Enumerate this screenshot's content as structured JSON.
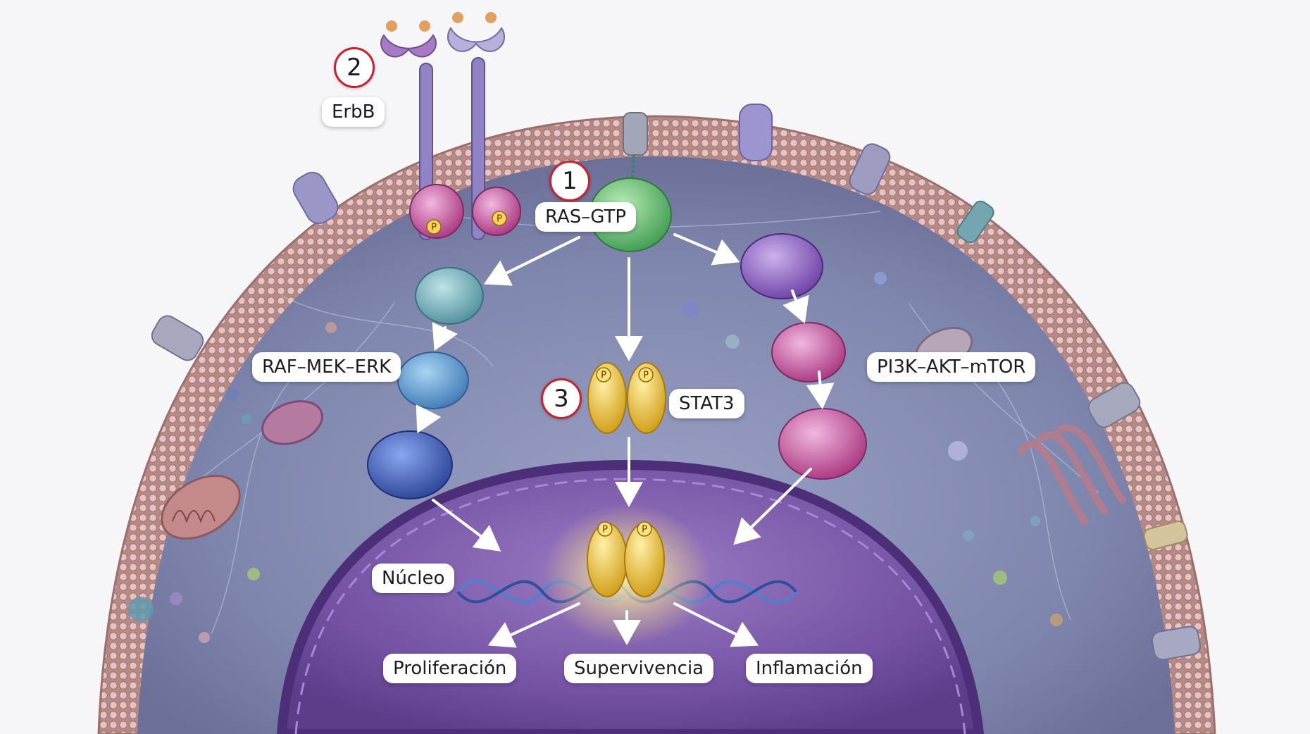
{
  "badges": {
    "one": "1",
    "two": "2",
    "three": "3"
  },
  "labels": {
    "erbb": "ErbB",
    "ras_gtp": "RAS–GTP",
    "raf_mek_erk": "RAF–MEK–ERK",
    "stat3": "STAT3",
    "pi3k_akt_mtor": "PI3K–AKT–mTOR",
    "nucleo": "Núcleo",
    "proliferacion": "Proliferación",
    "supervivencia": "Supervivencia",
    "inflamacion": "Inflamación"
  },
  "phospho_mark": "P",
  "colors": {
    "membrane": "#c79a98",
    "cytoplasm": "#8a8fb4",
    "nucleus": "#7d5aa8",
    "receptor": "#8b78c4",
    "ras": "#5fb36a",
    "raf_path": "#3f78c8",
    "pi3k_path": "#b44c9e",
    "stat3": "#e8b830",
    "badge_ring": "#c8232c"
  }
}
